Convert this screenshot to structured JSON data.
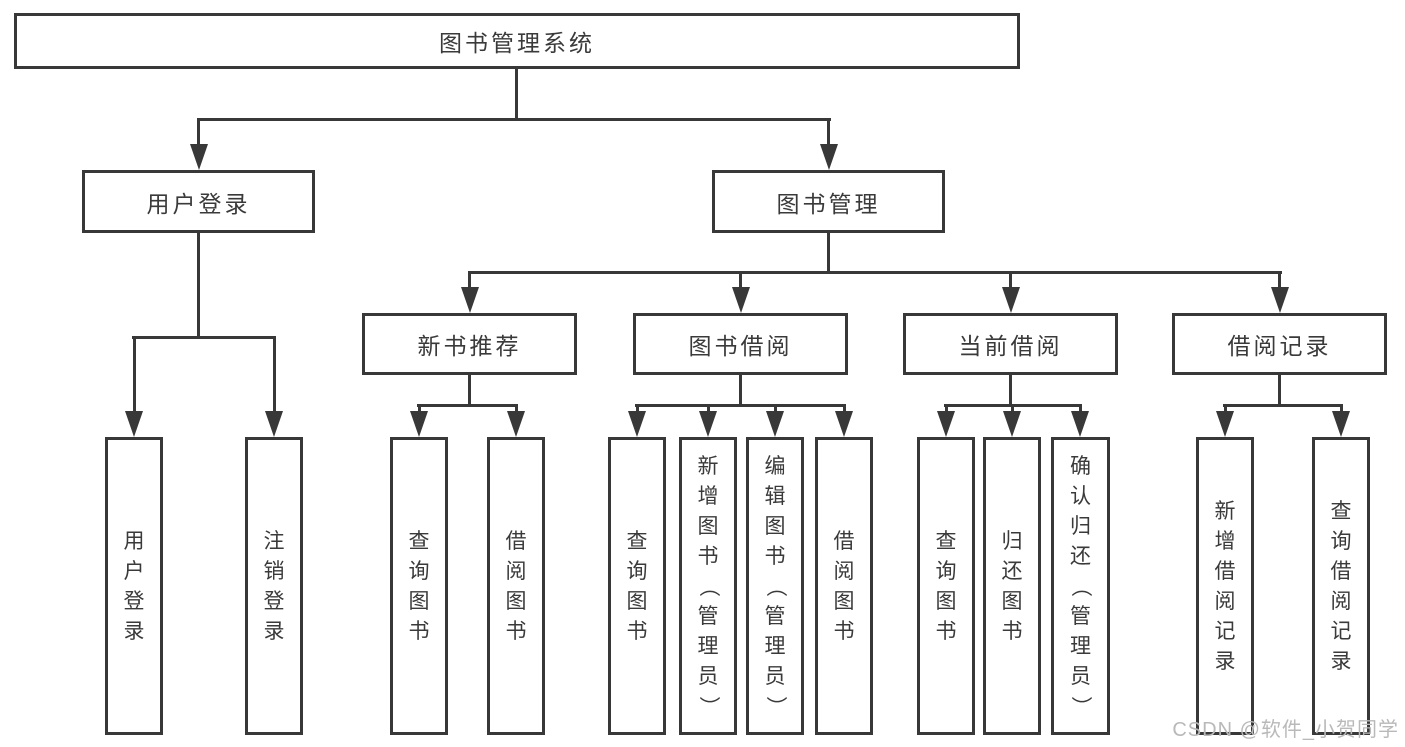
{
  "colors": {
    "line": "#383838",
    "text": "#3a3a3a",
    "background": "#ffffff",
    "watermark": "#b9b9b9"
  },
  "watermark": "CSDN @软件_小贺同学",
  "nodes": {
    "root": "图书管理系统",
    "user_login": "用户登录",
    "book_mgmt": "图书管理",
    "new_book_rec": "新书推荐",
    "book_borrow": "图书借阅",
    "current_borrow": "当前借阅",
    "borrow_record": "借阅记录"
  },
  "leaves": {
    "login": "用户登录",
    "logout": "注销登录",
    "rec_query": "查询图书",
    "rec_borrow": "借阅图书",
    "bb_query": "查询图书",
    "bb_add": "新增图书（管理员）",
    "bb_edit": "编辑图书（管理员）",
    "bb_borrow": "借阅图书",
    "cb_query": "查询图书",
    "cb_return": "归还图书",
    "cb_confirm": "确认归还（管理员）",
    "br_add": "新增借阅记录",
    "br_query": "查询借阅记录"
  }
}
